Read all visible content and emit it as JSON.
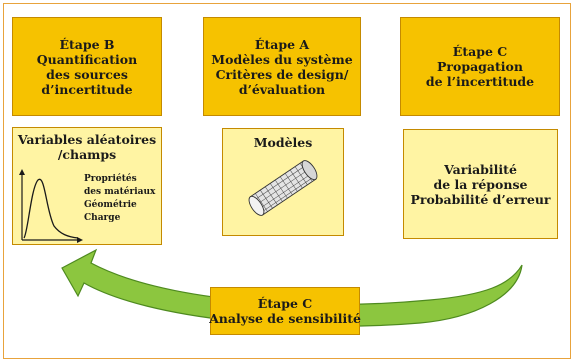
{
  "steps": {
    "b": {
      "title": "Étape B",
      "lines": [
        "Quantification",
        "des sources",
        "d’incertitude"
      ]
    },
    "a": {
      "title": "Étape A",
      "lines": [
        "Modèles du système",
        "Critères de design/",
        "d’évaluation"
      ]
    },
    "c": {
      "title": "Étape C",
      "lines": [
        "Propagation",
        "de l’incertitude"
      ]
    },
    "sensitivity": {
      "title": "Étape C",
      "lines": [
        "Analyse de sensibilité"
      ]
    }
  },
  "variables_box": {
    "title_lines": [
      "Variables aléatoires",
      "/champs"
    ],
    "items": [
      "Propriétés",
      "des matériaux",
      "Géométrie",
      "Charge"
    ]
  },
  "models_box": {
    "title": "Modèles"
  },
  "response_box": {
    "lines": [
      "Variabilité",
      "de la réponse",
      "Probabilité d’erreur"
    ]
  },
  "colors": {
    "step_fill": "#f6c200",
    "pale_fill": "#fff4a3",
    "border": "#c48a00",
    "frame": "#e8a33c",
    "arrow": "#8cc63f"
  },
  "icons": [
    "probability-density-curve-icon",
    "mesh-cylinder-icon",
    "cycle-arrow-icon"
  ]
}
